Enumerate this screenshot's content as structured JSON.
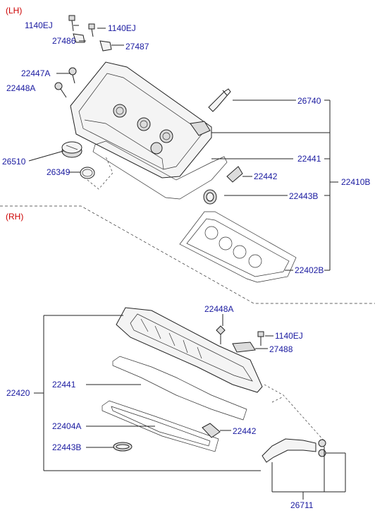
{
  "sections": {
    "lh": "(LH)",
    "rh": "(RH)"
  },
  "labels": {
    "1140EJ_left": "1140EJ",
    "1140EJ_right": "1140EJ",
    "27486": "27486",
    "27487": "27487",
    "22447A": "22447A",
    "22448A_lh": "22448A",
    "26740": "26740",
    "26510": "26510",
    "26349": "26349",
    "22441_lh": "22441",
    "22442_lh": "22442",
    "22410B": "22410B",
    "22443B_lh": "22443B",
    "22402B": "22402B",
    "22448A_rh": "22448A",
    "1140EJ_rh": "1140EJ",
    "27488": "27488",
    "22420": "22420",
    "22441_rh": "22441",
    "22404A": "22404A",
    "22442_rh": "22442",
    "22443B_rh": "22443B",
    "26711": "26711"
  }
}
